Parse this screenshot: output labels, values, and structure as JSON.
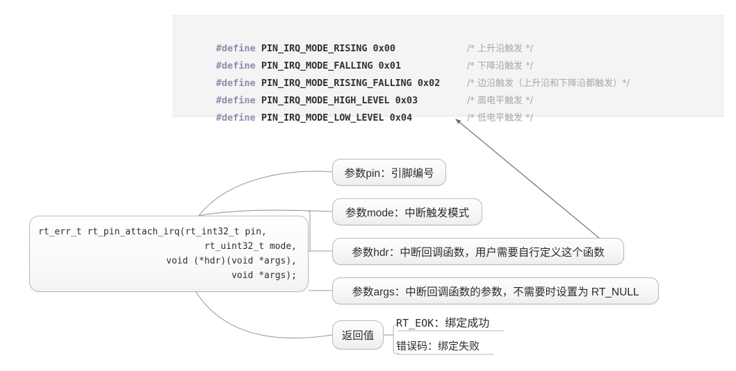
{
  "code_block": {
    "lines": [
      {
        "directive": "#define",
        "name": "PIN_IRQ_MODE_RISING",
        "value": "0x00",
        "comment": "/* 上升沿触发 */"
      },
      {
        "directive": "#define",
        "name": "PIN_IRQ_MODE_FALLING",
        "value": "0x01",
        "comment": "/* 下降沿触发 */"
      },
      {
        "directive": "#define",
        "name": "PIN_IRQ_MODE_RISING_FALLING",
        "value": "0x02",
        "comment": "/* 边沿触发（上升沿和下降沿都触发）*/"
      },
      {
        "directive": "#define",
        "name": "PIN_IRQ_MODE_HIGH_LEVEL",
        "value": "0x03",
        "comment": "/* 高电平触发 */"
      },
      {
        "directive": "#define",
        "name": "PIN_IRQ_MODE_LOW_LEVEL",
        "value": "0x04",
        "comment": "/* 低电平触发 */"
      }
    ]
  },
  "function_box": {
    "line1": "rt_err_t rt_pin_attach_irq(rt_int32_t pin,",
    "line2": "rt_uint32_t mode,",
    "line3": "void (*hdr)(void *args),",
    "line4": "void *args);"
  },
  "nodes": {
    "pin": "参数pin：引脚编号",
    "mode": "参数mode：中断触发模式",
    "hdr": "参数hdr：中断回调函数，用户需要自行定义这个函数",
    "args": "参数args：中断回调函数的参数，不需要时设置为 RT_NULL",
    "return_label": "返回值"
  },
  "return_values": [
    {
      "code": "RT_EOK",
      "sep": "：",
      "desc": "绑定成功"
    },
    {
      "code": "错误码",
      "sep": "：",
      "desc": "绑定失败"
    }
  ],
  "colors": {
    "code_bg": "#f4f4f5",
    "directive": "#8a8fa8",
    "comment": "#a6a6ad",
    "node_border": "#b9b9bd",
    "connector": "#9a9a9e"
  }
}
